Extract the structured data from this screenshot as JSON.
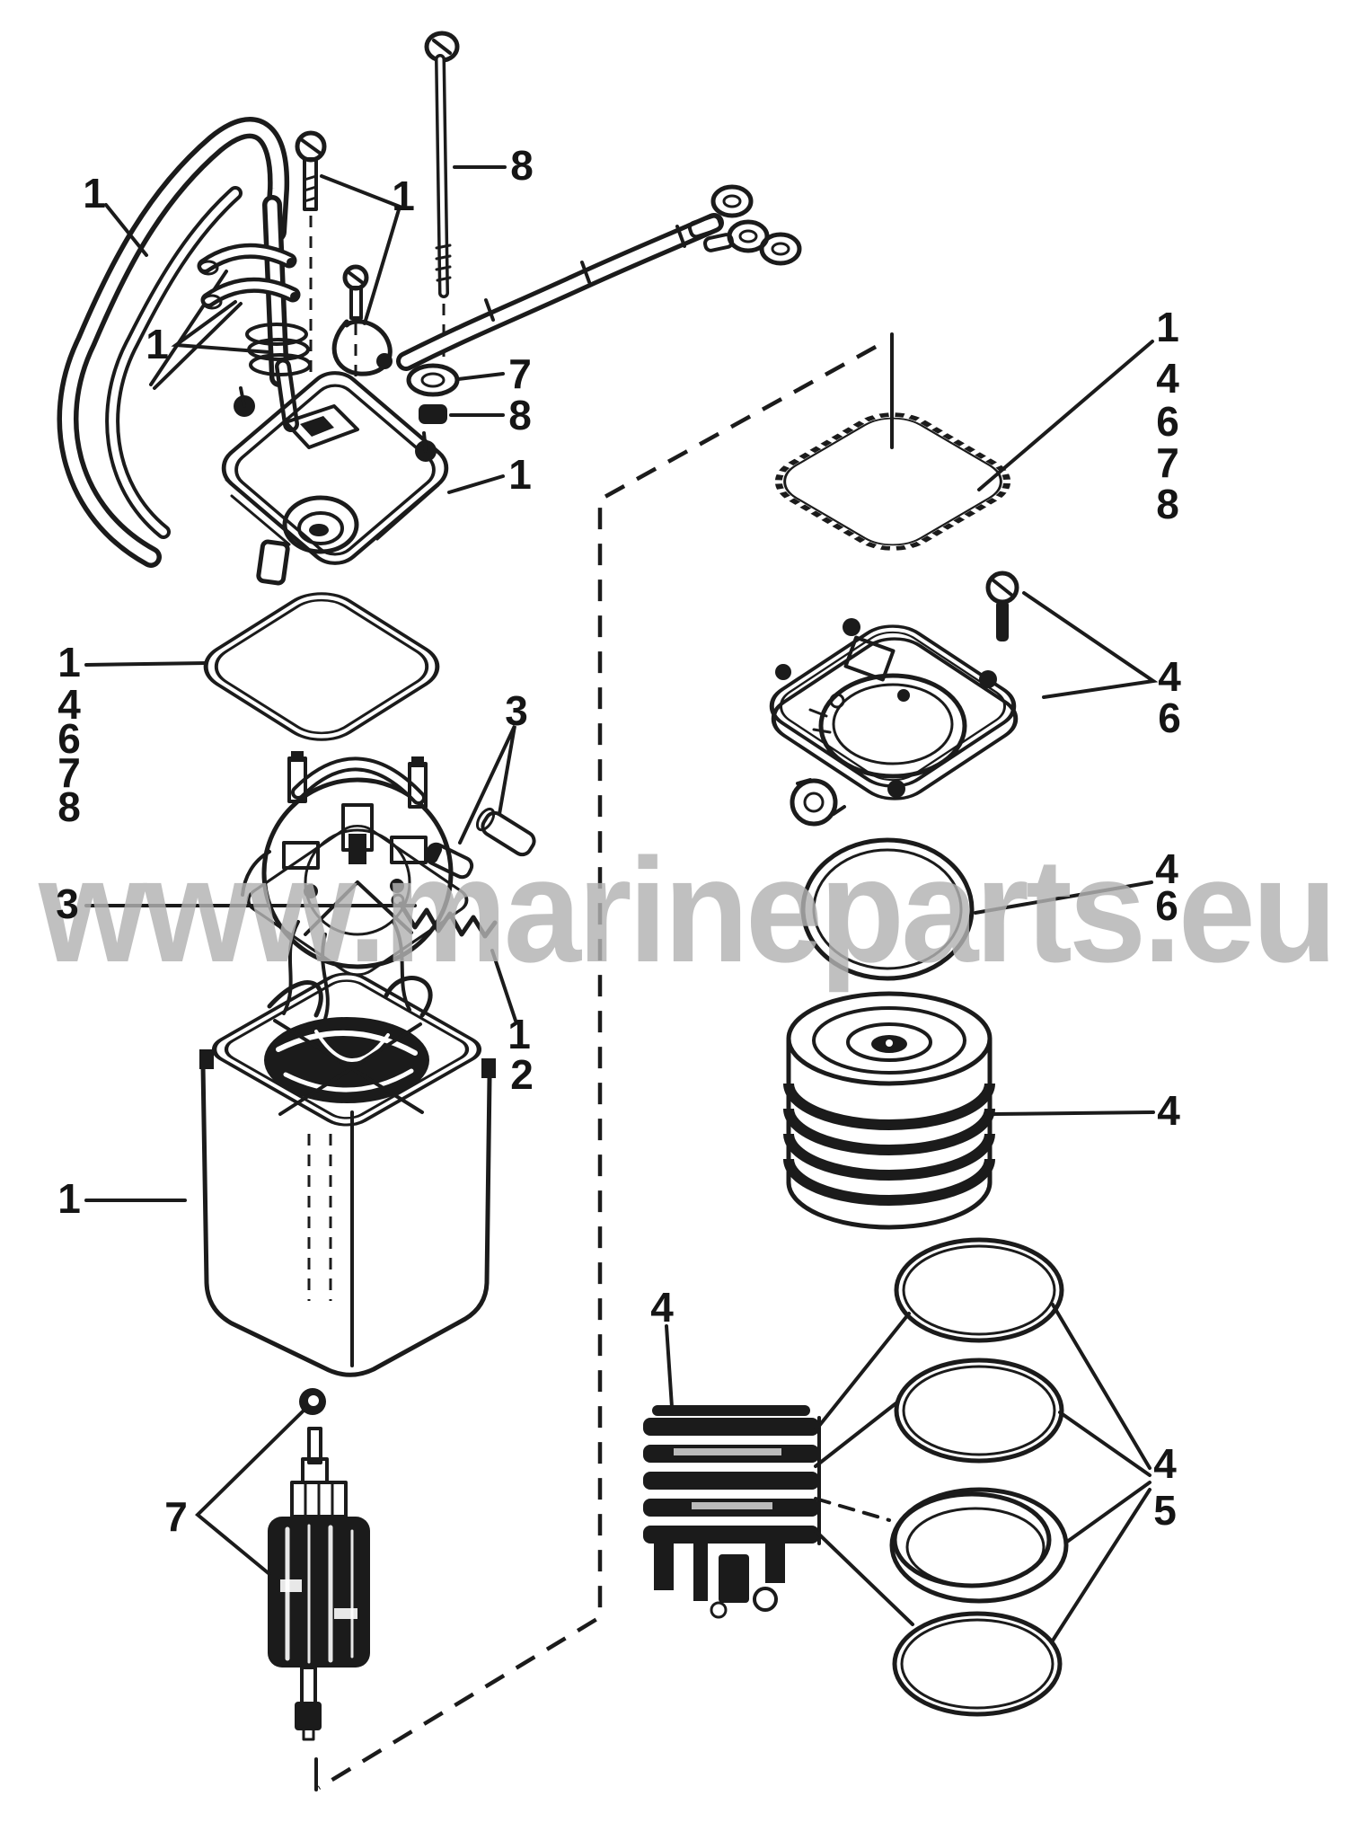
{
  "watermark": {
    "text": "www.marineparts.eu",
    "color": "#b3b3b3"
  },
  "diagram": {
    "ink_color": "#1b1b1b",
    "background_color": "#ffffff"
  },
  "callouts": [
    {
      "text": "1"
    },
    {
      "text": "1"
    },
    {
      "text": "8"
    },
    {
      "text": "1"
    },
    {
      "text": "7"
    },
    {
      "text": "8"
    },
    {
      "text": "1"
    },
    {
      "text": "1"
    },
    {
      "text": "4"
    },
    {
      "text": "6"
    },
    {
      "text": "7"
    },
    {
      "text": "8"
    },
    {
      "text": "3"
    },
    {
      "text": "3"
    },
    {
      "text": "1"
    },
    {
      "text": "2"
    },
    {
      "text": "1"
    },
    {
      "text": "7"
    },
    {
      "text": "1"
    },
    {
      "text": "4"
    },
    {
      "text": "6"
    },
    {
      "text": "7"
    },
    {
      "text": "8"
    },
    {
      "text": "4"
    },
    {
      "text": "6"
    },
    {
      "text": "4"
    },
    {
      "text": "6"
    },
    {
      "text": "4"
    },
    {
      "text": "4"
    },
    {
      "text": "4"
    },
    {
      "text": "5"
    }
  ]
}
